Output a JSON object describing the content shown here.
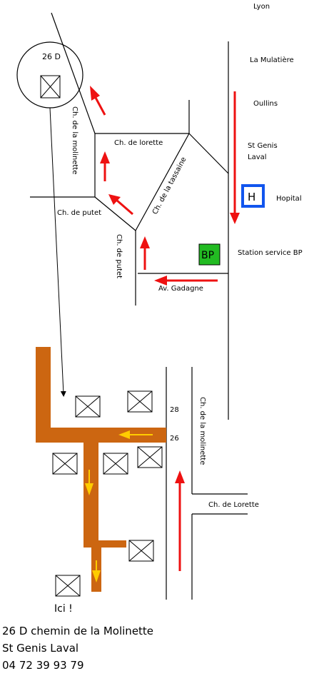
{
  "labels": {
    "house_number": "26 D",
    "lyon": "Lyon",
    "la_mulatiere": "La Mulatière",
    "oullins": "Oullins",
    "st_genis_line1": "St Genis",
    "st_genis_line2": "Laval",
    "hopital": "Hopital",
    "hospital_sign": "H",
    "station_service": "Station service BP",
    "bp_sign": "BP",
    "ch_lorette_top": "Ch. de lorette",
    "ch_molinette_top": "Ch. de la molinette",
    "ch_tassaine": "Ch. de la tassaine",
    "ch_putet_horizontal": "Ch. de putet",
    "ch_putet_vertical": "Ch. de putet",
    "av_gadagne": "Av. Gadagne",
    "number_28": "28",
    "number_26": "26",
    "ch_molinette_bottom": "Ch. de la molinette",
    "ch_lorette_bottom": "Ch. de Lorette",
    "ici": "Ici !"
  },
  "address": {
    "line1": "26 D chemin de la Molinette",
    "line2": "St Genis Laval",
    "phone": "04 72 39 93 79"
  },
  "colors": {
    "road": "#000000",
    "route_arrow": "#ee1111",
    "driveway": "#cc6611",
    "driveway_arrow": "#ffcc00",
    "hospital_border": "#1155ee",
    "bp_fill": "#22bb22"
  },
  "icons": {
    "building": "building-cross-icon",
    "hospital": "hospital-icon",
    "gas_station": "gas-station-icon"
  }
}
